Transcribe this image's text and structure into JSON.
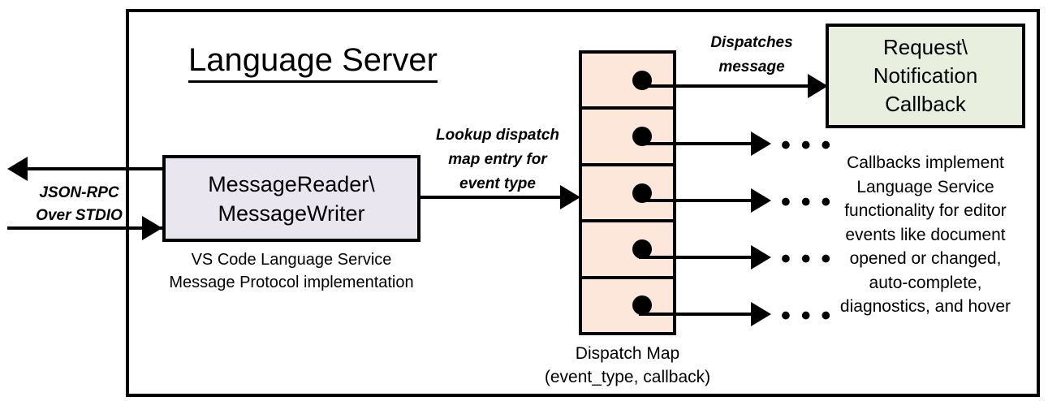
{
  "diagram": {
    "container": {
      "title": "Language Server"
    },
    "reader": {
      "line1": "MessageReader\\",
      "line2": "MessageWriter",
      "caption_line1": "VS Code Language Service",
      "caption_line2": "Message Protocol implementation",
      "fill_color": "#EAE6F0"
    },
    "io_label": {
      "line1": "JSON-RPC",
      "line2": "Over STDIO"
    },
    "lookup_label": {
      "line1": "Lookup dispatch",
      "line2": "map entry for",
      "line3": "event type"
    },
    "dispatch_label": {
      "line1": "Dispatches",
      "line2": "message"
    },
    "dispatch_map": {
      "caption_line1": "Dispatch Map",
      "caption_line2": "(event_type, callback)",
      "fill_color": "#FCE7DA",
      "cells": [
        {
          "id": "cell-1"
        },
        {
          "id": "cell-2"
        },
        {
          "id": "cell-3"
        },
        {
          "id": "cell-4"
        },
        {
          "id": "cell-5"
        }
      ]
    },
    "callback": {
      "line1": "Request\\",
      "line2": "Notification",
      "line3": "Callback",
      "fill_color": "#E8EFDE",
      "caption_line1": "Callbacks implement",
      "caption_line2": "Language Service",
      "caption_line3": "functionality for editor",
      "caption_line4": "events like document",
      "caption_line5": "opened or changed,",
      "caption_line6": "auto-complete,",
      "caption_line7": "diagnostics, and hover"
    },
    "ellipsis": "• • •"
  }
}
